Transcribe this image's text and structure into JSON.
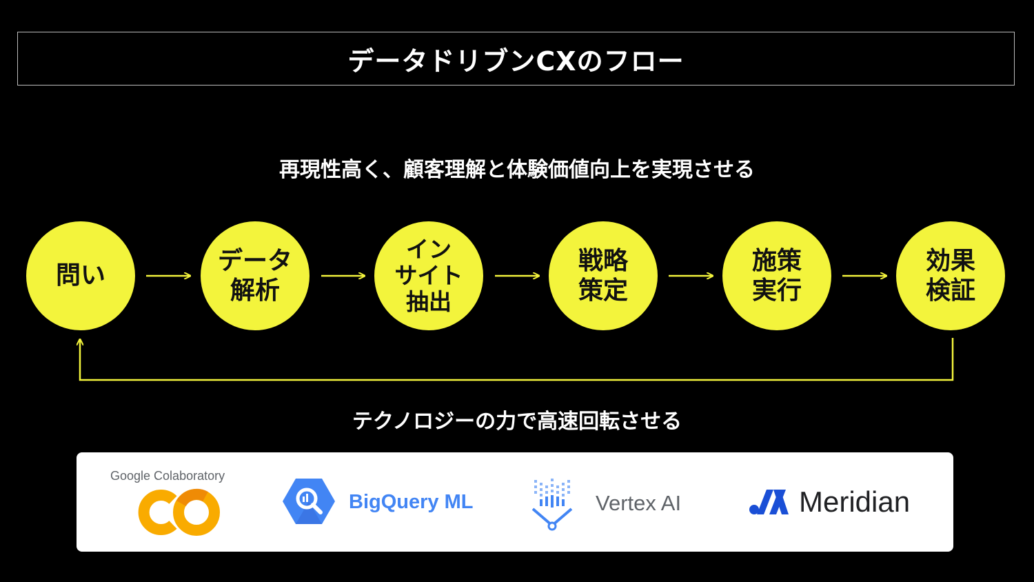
{
  "title": "データドリブンCXのフロー",
  "top_caption": "再現性高く、顧客理解と体験価値向上を実現させる",
  "bottom_caption": "テクノロジーの力で高速回転させる",
  "steps": [
    {
      "line1": "問い",
      "line2": "",
      "line3": ""
    },
    {
      "line1": "データ",
      "line2": "解析",
      "line3": ""
    },
    {
      "line1": "イン",
      "line2": "サイト",
      "line3": "抽出"
    },
    {
      "line1": "戦略",
      "line2": "策定",
      "line3": ""
    },
    {
      "line1": "施策",
      "line2": "実行",
      "line3": ""
    },
    {
      "line1": "効果",
      "line2": "検証",
      "line3": ""
    }
  ],
  "logos": {
    "colab_caption": "Google Colaboratory",
    "colab_mark": "CO",
    "bigquery": "BigQuery ML",
    "vertex": "Vertex AI",
    "meridian": "Meridian"
  },
  "colors": {
    "background": "#000000",
    "step_fill": "#f3f43c",
    "arrow": "#f3f43c",
    "colab_orange": "#f9ab00",
    "bigquery_blue": "#4285f4",
    "meridian_blue": "#1a4fd6"
  }
}
